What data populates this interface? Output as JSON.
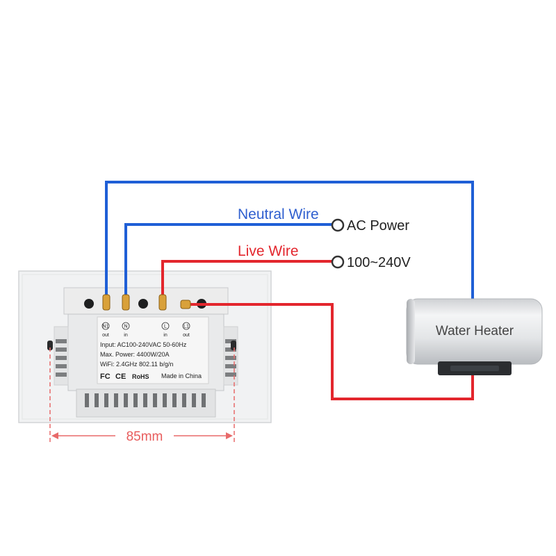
{
  "labels": {
    "neutral_wire": "Neutral Wire",
    "live_wire": "Live Wire",
    "ac_power": "AC Power",
    "voltage": "100~240V",
    "water_heater": "Water Heater",
    "dimension": "85mm"
  },
  "switch": {
    "terminals": {
      "n1": "N1",
      "n1_sub": "out",
      "n": "N",
      "n_sub": "in",
      "l": "L",
      "l_sub": "in",
      "l1": "L1",
      "l1_sub": "out"
    },
    "spec_input": "Input: AC100-240VAC 50-60Hz",
    "spec_power": "Max. Power: 4400W/20A",
    "spec_wifi": "WiFi: 2.4GHz 802.11 b/g/n",
    "cert_fc": "FC",
    "cert_ce": "CE",
    "cert_rohs": "RoHS",
    "made_in": "Made in China"
  },
  "colors": {
    "neutral": "#1f5fd6",
    "live": "#e3262d",
    "terminal_gold": "#d9a13a",
    "label_neutral": "#2f5fcf",
    "label_live": "#e3262d",
    "dimension": "#e86a6a"
  }
}
